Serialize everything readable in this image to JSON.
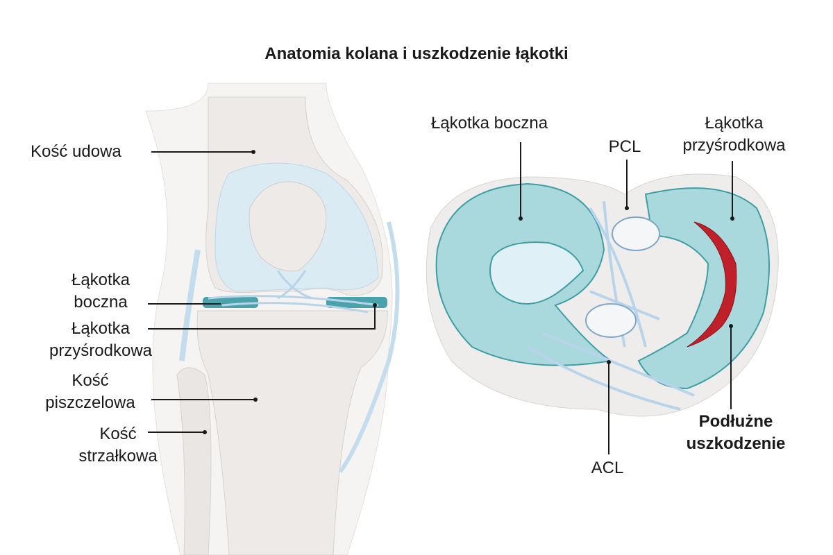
{
  "title": "Anatomia kolana i uszkodzenie łąkotki",
  "front_view": {
    "labels": {
      "femur": "Kość udowa",
      "lateral_meniscus": [
        "Łąkotka",
        "boczna"
      ],
      "medial_meniscus": [
        "Łąkotka",
        "przyśrodkowa"
      ],
      "tibia": [
        "Kość",
        "piszczelowa"
      ],
      "fibula": [
        "Kość",
        "strzałkowa"
      ]
    }
  },
  "top_view": {
    "labels": {
      "lateral_meniscus": "Łąkotka boczna",
      "pcl": "PCL",
      "medial_meniscus": [
        "Łąkotka",
        "przyśrodkowa"
      ],
      "tear": [
        "Podłużne",
        "uszkodzenie"
      ],
      "acl": "ACL"
    }
  },
  "colors": {
    "bone": "#efecea",
    "meniscus": "#a9d9dc",
    "meniscus_dark": "#3f9ea5",
    "ligament": "#c9dff0",
    "tear": "#c0202a"
  }
}
